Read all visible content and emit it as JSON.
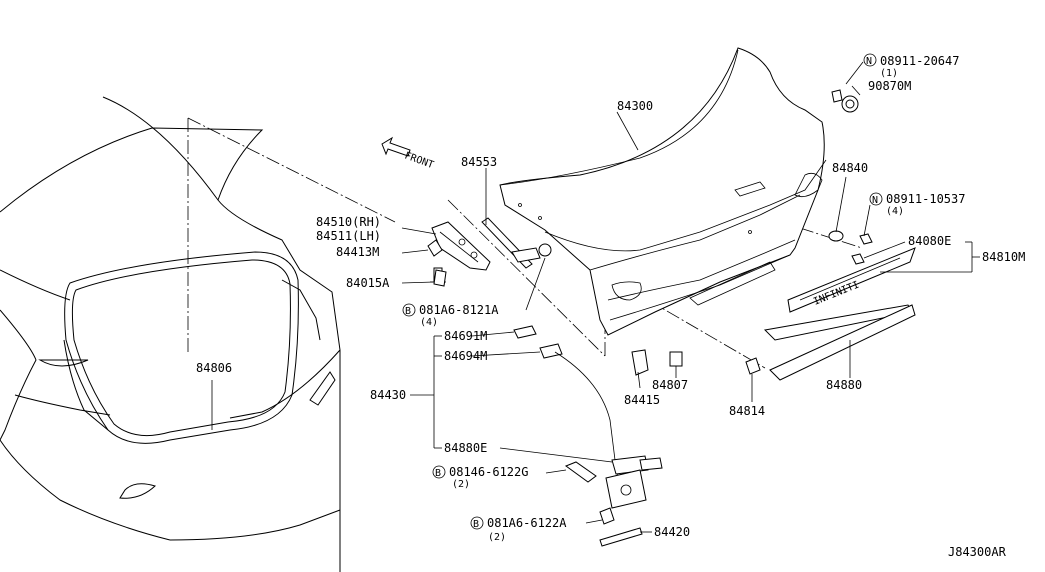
{
  "diagram_id": "J84300AR",
  "direction_label": "FRONT",
  "labels": {
    "p84300": "84300",
    "p08911_20647": "08911-20647",
    "p08911_20647_qty": "(1)",
    "p90870M": "90870M",
    "p84553": "84553",
    "p84840": "84840",
    "p08911_10537": "08911-10537",
    "p08911_10537_qty": "(4)",
    "p84510": "84510(RH)",
    "p84511": "84511(LH)",
    "p84413M": "84413M",
    "p84015A": "84015A",
    "p84080E": "84080E",
    "p84810M": "84810M",
    "p081A6_8121A": "081A6-8121A",
    "p081A6_8121A_qty": "(4)",
    "p84691M": "84691M",
    "p84694M": "84694M",
    "p84806": "84806",
    "p84430": "84430",
    "p84415": "84415",
    "p84807": "84807",
    "p84814": "84814",
    "p84880": "84880",
    "p84880E": "84880E",
    "p08146_6122G": "08146-6122G",
    "p08146_6122G_qty": "(2)",
    "p081A6_6122A": "081A6-6122A",
    "p081A6_6122A_qty": "(2)",
    "p84420": "84420"
  },
  "prefix_symbols": {
    "n": "N",
    "b": "B"
  },
  "emblem_text": "INFINITI"
}
